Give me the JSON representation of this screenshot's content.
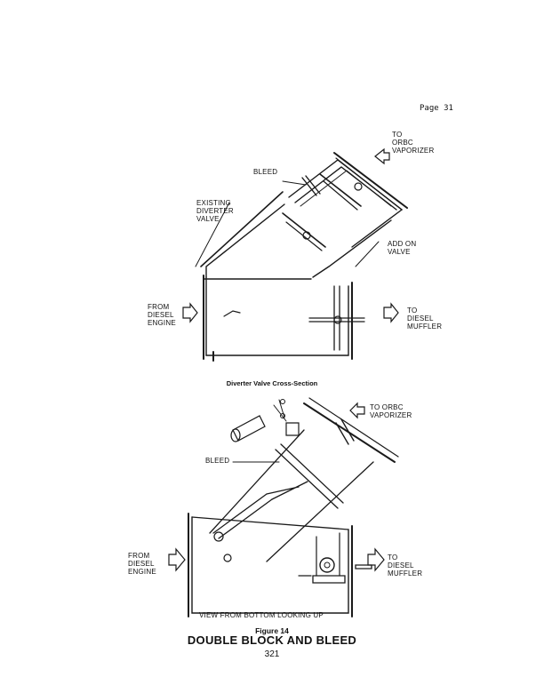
{
  "page_header": "Page 31",
  "top_diagram": {
    "labels": {
      "to_orbc": [
        "TO",
        "ORBC",
        "VAPORIZER"
      ],
      "bleed": "BLEED",
      "existing_valve": [
        "EXISTING",
        "DIVERTER",
        "VALVE"
      ],
      "add_on_valve": [
        "ADD ON",
        "VALVE"
      ],
      "from_diesel": [
        "FROM",
        "DIESEL",
        "ENGINE"
      ],
      "to_diesel": [
        "TO",
        "DIESEL",
        "MUFFLER"
      ]
    },
    "caption": "Diverter Valve Cross-Section"
  },
  "bottom_diagram": {
    "labels": {
      "to_orbc": [
        "TO ORBC",
        "VAPORIZER"
      ],
      "bleed": "BLEED",
      "from_diesel": [
        "FROM",
        "DIESEL",
        "ENGINE"
      ],
      "to_diesel": [
        "TO",
        "DIESEL",
        "MUFFLER"
      ],
      "view_note": "VIEW FROM BOTTOM LOOKING UP"
    }
  },
  "figure_label": "Figure 14",
  "figure_title": "DOUBLE BLOCK AND BLEED",
  "page_footer": "321"
}
